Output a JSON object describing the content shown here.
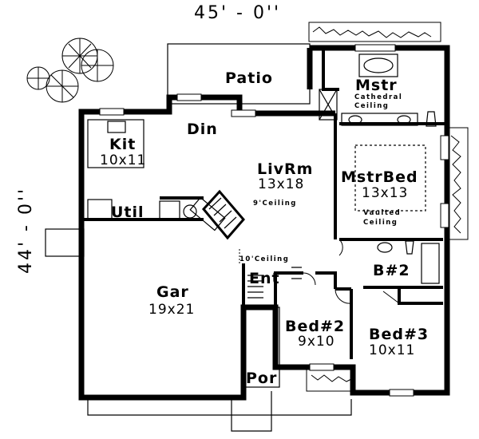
{
  "dimensions": {
    "width_overall": "45' - 0''",
    "depth_overall": "44' - 0''"
  },
  "rooms": {
    "patio": {
      "name": "Patio"
    },
    "dining": {
      "name": "Din"
    },
    "kitchen": {
      "name": "Kit",
      "size": "10x11"
    },
    "utility": {
      "name": "Util"
    },
    "living": {
      "name": "LivRm",
      "size": "13x18",
      "note": "9'Ceiling"
    },
    "master": {
      "name": "Mstr",
      "note1": "Cathedral",
      "note2": "Ceiling"
    },
    "master_bed": {
      "name": "MstrBed",
      "size": "13x13",
      "note1": "Vaulted",
      "note2": "Ceiling"
    },
    "bath2": {
      "name": "B#2"
    },
    "entry": {
      "name": "Ent",
      "note": "10'Ceiling"
    },
    "garage": {
      "name": "Gar",
      "size": "19x21"
    },
    "bed2": {
      "name": "Bed#2",
      "size": "9x10"
    },
    "bed3": {
      "name": "Bed#3",
      "size": "10x11"
    },
    "porch": {
      "name": "Por"
    }
  }
}
